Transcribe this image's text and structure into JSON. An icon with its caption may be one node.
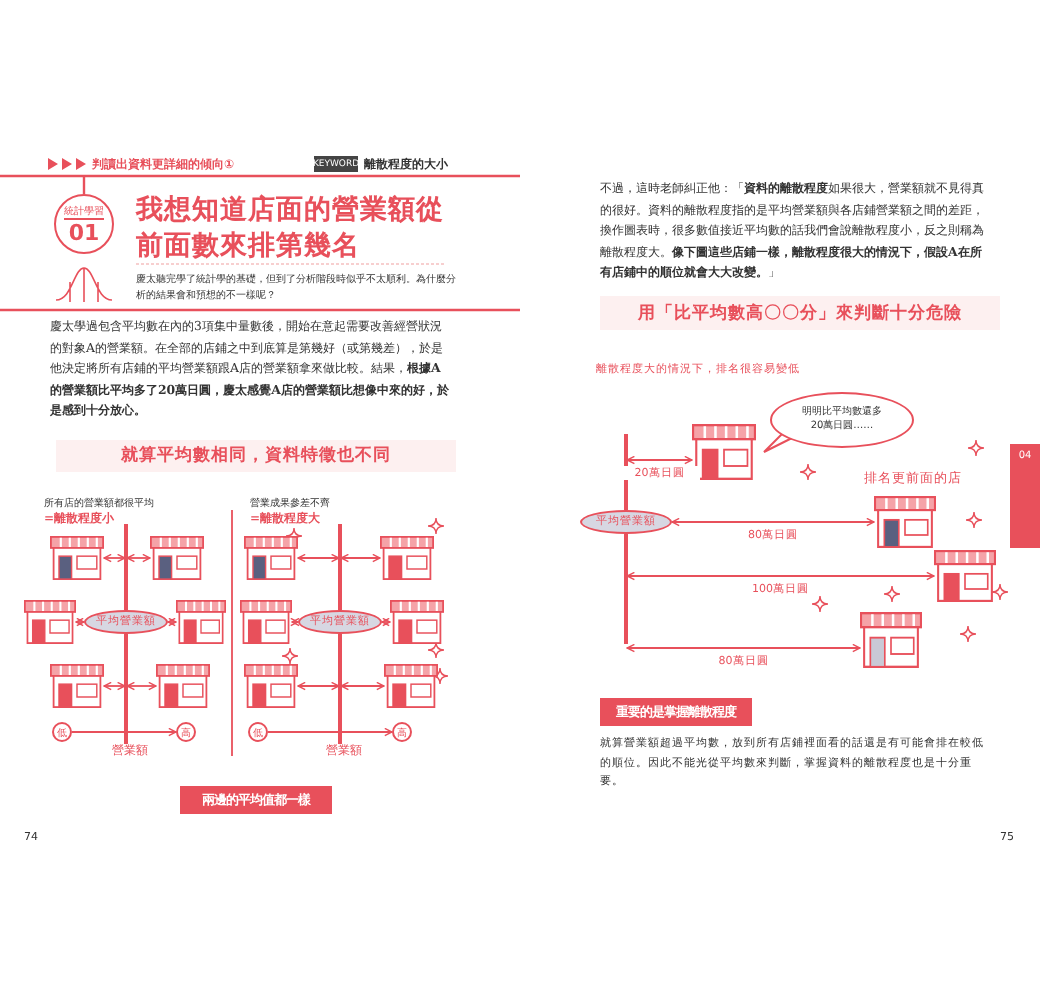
{
  "diagram": {
    "title": "我想知道店面的營業額從前面數來排第幾名",
    "nodes": [
      {
        "text": [
          "統計學習",
          "01"
        ]
      },
      {
        "text": [
          "KEYWORD"
        ]
      },
      {
        "text": [],
        "shape": "picture"
      },
      {
        "text": [],
        "shape": "picture"
      },
      {
        "text": [],
        "shape": "picture"
      },
      {
        "text": [
          "平均營業額"
        ]
      },
      {
        "text": [],
        "shape": "picture"
      },
      {
        "text": [],
        "shape": "picture"
      },
      {
        "text": [],
        "shape": "picture"
      },
      {
        "text": [
          "低"
        ]
      },
      {
        "text": [
          "高"
        ]
      },
      {
        "text": [],
        "shape": "picture"
      },
      {
        "text": [],
        "shape": "picture"
      },
      {
        "text": [],
        "shape": "picture"
      },
      {
        "text": [
          "平均營業額"
        ]
      },
      {
        "text": [],
        "shape": "picture"
      },
      {
        "text": [],
        "shape": "picture"
      },
      {
        "text": [],
        "shape": "picture"
      },
      {
        "text": [
          "低"
        ]
      },
      {
        "text": [
          "高"
        ]
      },
      {
        "text": [
          "兩邊的平均值都一樣"
        ]
      },
      {
        "text": [
          "明明比平均數還多20萬日圓……"
        ]
      },
      {
        "text": [],
        "shape": "picture"
      },
      {
        "text": [
          "平均營業額"
        ]
      },
      {
        "text": [],
        "shape": "picture"
      },
      {
        "text": [],
        "shape": "picture"
      },
      {
        "text": [],
        "shape": "picture"
      },
      {
        "text": [
          "04"
        ]
      },
      {
        "text": [
          "重要的是掌握離散程度"
        ]
      },
      {
        "text": [],
        "shape": "bar"
      },
      {
        "text": [],
        "shape": "bar"
      },
      {
        "text": [],
        "shape": "bar"
      },
      {
        "text": [],
        "shape": "bar"
      },
      {
        "text": [],
        "shape": "bar"
      },
      {
        "text": [],
        "shape": "bar"
      }
    ],
    "edges": [
      {
        "from": 5,
        "to": 4,
        "arrow": "both"
      },
      {
        "from": 5,
        "to": 6,
        "arrow": "both"
      },
      {
        "from": 9,
        "to": 10,
        "arrow": "to"
      },
      {
        "from": 14,
        "to": 13,
        "arrow": "both"
      },
      {
        "from": 14,
        "to": 15,
        "arrow": "both"
      },
      {
        "from": 18,
        "to": 19,
        "arrow": "to"
      },
      {
        "from": 23,
        "to": 24,
        "arrow": "both",
        "label": "80萬日圓"
      },
      {
        "from": 29,
        "to": 2,
        "arrow": "both"
      },
      {
        "from": 29,
        "to": 3,
        "arrow": "both"
      },
      {
        "from": 32,
        "to": 7,
        "arrow": "both"
      },
      {
        "from": 32,
        "to": 8,
        "arrow": "both"
      },
      {
        "from": 30,
        "to": 11,
        "arrow": "both"
      },
      {
        "from": 30,
        "to": 12,
        "arrow": "both"
      },
      {
        "from": 33,
        "to": 16,
        "arrow": "both"
      },
      {
        "from": 33,
        "to": 17,
        "arrow": "both"
      },
      {
        "from": 31,
        "to": 22,
        "arrow": "both",
        "label": "20萬日圓"
      },
      {
        "from": 34,
        "to": 25,
        "arrow": "both",
        "label": "100萬日圓"
      },
      {
        "from": 34,
        "to": 26,
        "arrow": "both",
        "label": "80萬日圓"
      }
    ],
    "labels": [
      "判讀出資料更詳細的傾向①",
      "離散程度的大小",
      "慶太聽完學了統計學的基礎，但到了分析階段時似乎不太順利。為什麼分析的結果會和預想的不一樣呢？",
      "慶太學過包含平均數在內的3項集中量數後，開始在意起需要改善經營狀況的對象A的營業額。在全部的店鋪之中到底算是第幾好（或第幾差），於是他決定將所有店鋪的平均營業額跟A店的營業額拿來做比較。結果，**根據A的營業額比平均多了20萬日圓，慶太感覺A店的營業額比想像中來的好，於是感到十分放心。**",
      "就算平均數相同，資料特徵也不同",
      "所有店的營業額都很平均",
      "=離散程度小",
      "營業成果參差不齊",
      "=離散程度大",
      "營業額",
      "營業額",
      "74",
      "不過，這時老師糾正他：「**資料的離散程度**如果很大，營業額就不見得真的很好。資料的離散程度指的是平均營業額與各店鋪營業額之間的差距，換作圖表時，很多數值接近平均數的話我們會說離散程度小，反之則稱為離散程度大。**像下圖這些店鋪一樣，離散程度很大的情況下，假設A在所有店鋪中的順位就會大大改變。**」",
      "用「比平均數高〇〇分」來判斷十分危險",
      "離散程度大的情況下，排名很容易變低",
      "排名更前面的店",
      "就算營業額超過平均數，放到所有店鋪裡面看的話還是有可能會排在較低的順位。因此不能光從平均數來判斷，掌握資料的離散程度也是十分重要。",
      "75"
    ]
  }
}
